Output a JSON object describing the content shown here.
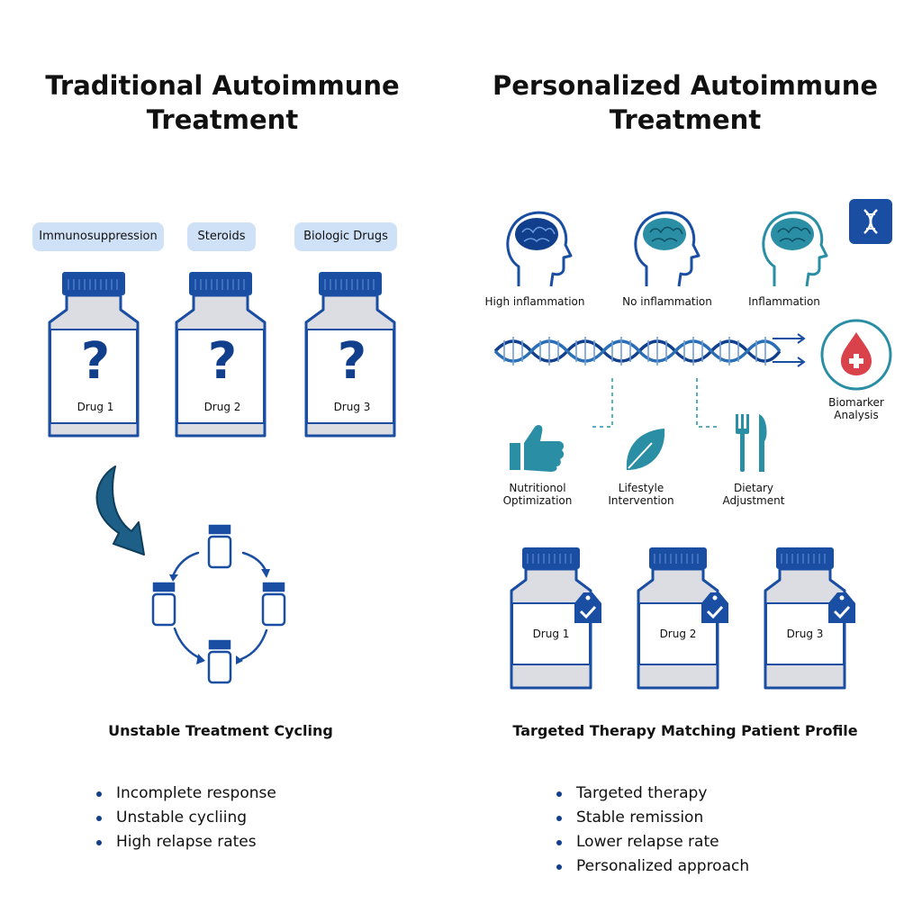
{
  "left": {
    "title_line1": "Traditional Autoimmune",
    "title_line2": "Treatment",
    "pills": [
      "Immunosuppression",
      "Steroids",
      "Biologic Drugs"
    ],
    "bottles": [
      "Drug 1",
      "Drug 2",
      "Drug 3"
    ],
    "bottle_symbol": "?",
    "subheading": "Unstable Treatment Cycling",
    "bullets": [
      "Incomplete response",
      "Unstable cycliing",
      "High relapse rates"
    ]
  },
  "right": {
    "title_line1": "Personalized Autoimmune",
    "title_line2": "Treatment",
    "heads": [
      "High inflammation",
      "No inflammation",
      "Inflammation"
    ],
    "biomarker": "Biomarker Analysis",
    "interventions": [
      {
        "line1": "Nutritionol",
        "line2": "Optimization"
      },
      {
        "line1": "Lifestyle",
        "line2": "Intervention"
      },
      {
        "line1": "Dietary",
        "line2": "Adjustment"
      }
    ],
    "bottles": [
      "Drug 1",
      "Drug 2",
      "Drug 3"
    ],
    "subheading": "Targeted Therapy Matching Patient Profile",
    "bullets": [
      "Targeted therapy",
      "Stable remission",
      "Lower relapse rate",
      "Personalized approach"
    ]
  },
  "colors": {
    "primary": "#1a4ea3",
    "dark": "#123f8c",
    "teal": "#2a8ea4",
    "pill_bg": "#cfe1f7",
    "bottle_fill": "#dcdde2",
    "red": "#d9414b"
  },
  "icons": [
    "question-mark",
    "curved-arrow",
    "cycle-arrows",
    "brain-head",
    "dna",
    "dna-helix",
    "blood-drop",
    "thumbs-up",
    "leaf",
    "fork-knife",
    "check-tag"
  ]
}
